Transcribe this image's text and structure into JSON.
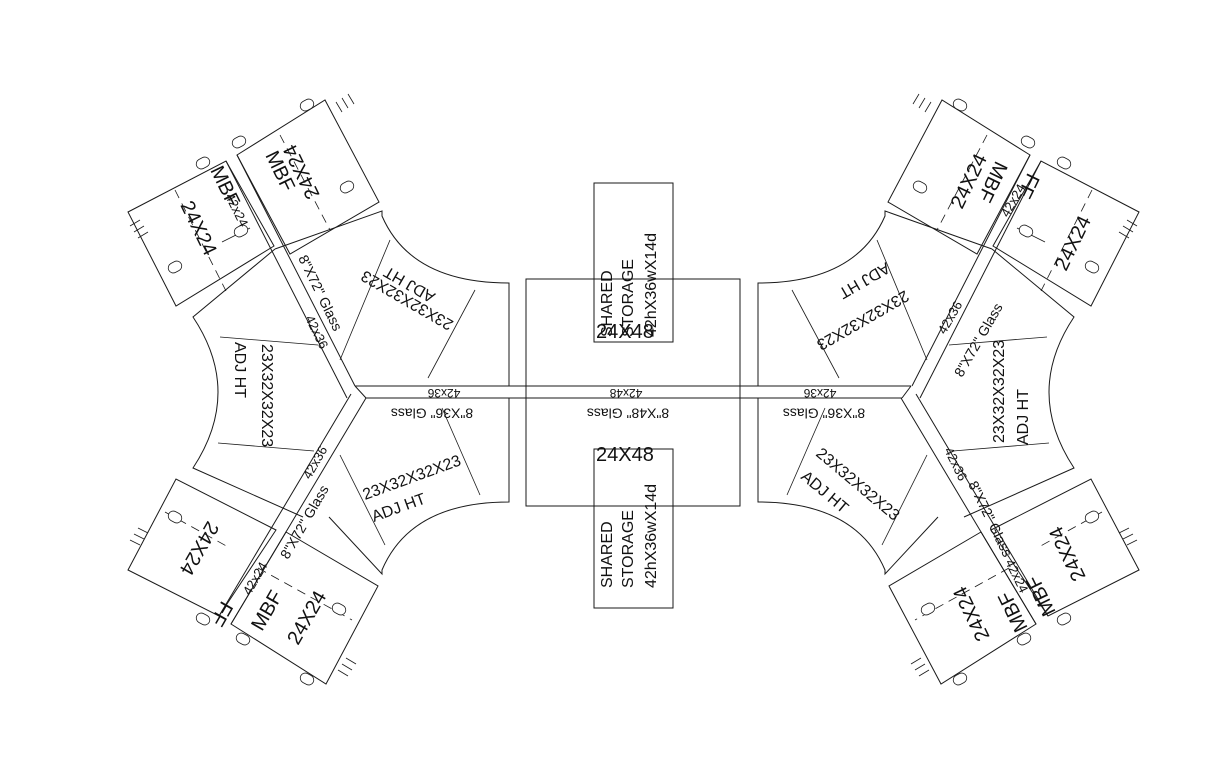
{
  "storage": {
    "top": {
      "line1": "SHARED",
      "line2": "STORAGE",
      "line3": "42hX36wX14d",
      "size": "24X48"
    },
    "bottom": {
      "line1": "SHARED",
      "line2": "STORAGE",
      "line3": "42hX36wX14d",
      "size": "24X48"
    }
  },
  "spine": {
    "left": {
      "panel": "42x36",
      "glass": "8\"X36\" Glass"
    },
    "center": {
      "panel": "42x48",
      "glass": "8\"X48\" Glass"
    },
    "right": {
      "panel": "42x36",
      "glass": "8\"X36\" Glass"
    }
  },
  "labels": {
    "worksurface": "23X32X32X23",
    "adj": "ADJ HT",
    "panel_42x36": "42x36",
    "panel_42x24": "42x24",
    "glass_72": "8\"X72\" Glass",
    "pedestal": "24X24",
    "mbf": "MBF",
    "ff": "FF"
  }
}
